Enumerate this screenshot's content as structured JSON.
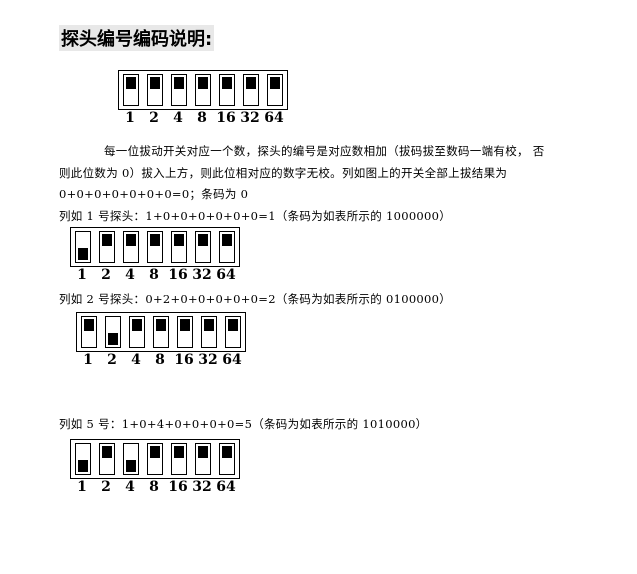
{
  "title": "探头编号编码说明:",
  "switch_labels": [
    "1",
    "2",
    "4",
    "8",
    "16",
    "32",
    "64"
  ],
  "paragraph": {
    "line1": "每一位拔动开关对应一个数，探头的编号是对应数相加（拔码拔至数码一端有校，   否",
    "line2": "则此位数为 0）拔入上方，则此位相对应的数字无校。列如图上的开关全部上拔结果为",
    "line3": "0+0+0+0+0+0+0=0；条码为 0"
  },
  "examples": [
    {
      "text": "列如  1  号探头：1+0+0+0+0+0+0=1（条码为如表所示的  1000000）",
      "switches_down": [
        1,
        0,
        0,
        0,
        0,
        0,
        0
      ]
    },
    {
      "text": "列如  2  号探头：0+2+0+0+0+0+0=2（条码为如表所示的  0100000）",
      "switches_down": [
        0,
        1,
        0,
        0,
        0,
        0,
        0
      ]
    },
    {
      "text": "列如  5  号：1+0+4+0+0+0+0=5（条码为如表所示的  1010000）",
      "switches_down": [
        1,
        0,
        1,
        0,
        0,
        0,
        0
      ]
    }
  ],
  "diagram_all_up": [
    0,
    0,
    0,
    0,
    0,
    0,
    0
  ]
}
